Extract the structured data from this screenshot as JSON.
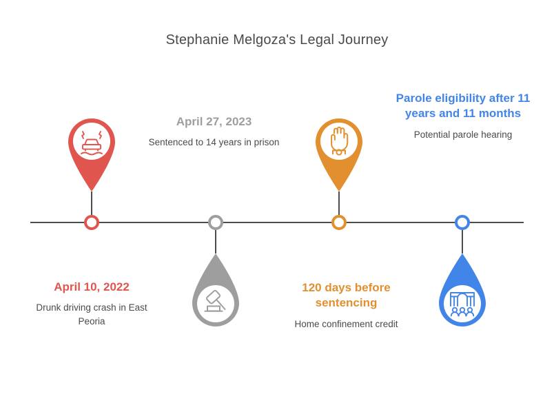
{
  "title": "Stephanie Melgoza's Legal Journey",
  "colors": {
    "red": "#e0564f",
    "gray": "#9e9e9e",
    "orange": "#e2902f",
    "blue": "#4285e8",
    "axis": "#4d4d4d",
    "body_text": "#4a4a4a",
    "background": "#ffffff"
  },
  "events": [
    {
      "id": "crash",
      "headline": "April 10, 2022",
      "detail": "Drunk driving crash in East Peoria",
      "color": "#e0564f",
      "icon": "car-crash-icon",
      "marker_shape": "pin-up",
      "text_position": "below"
    },
    {
      "id": "sentencing",
      "headline": "April 27, 2023",
      "detail": "Sentenced to 14 years in prison",
      "color": "#9e9e9e",
      "icon": "gavel-icon",
      "marker_shape": "teardrop-down",
      "text_position": "above"
    },
    {
      "id": "home-confinement",
      "headline": "120 days before sentencing",
      "detail": "Home confinement credit",
      "color": "#e2902f",
      "icon": "handcuffed-hand-icon",
      "marker_shape": "pin-up",
      "text_position": "below"
    },
    {
      "id": "parole",
      "headline": "Parole eligibility after 11 years and 11 months",
      "detail": "Potential parole hearing",
      "color": "#4285e8",
      "icon": "courtroom-people-icon",
      "marker_shape": "teardrop-down",
      "text_position": "above"
    }
  ]
}
